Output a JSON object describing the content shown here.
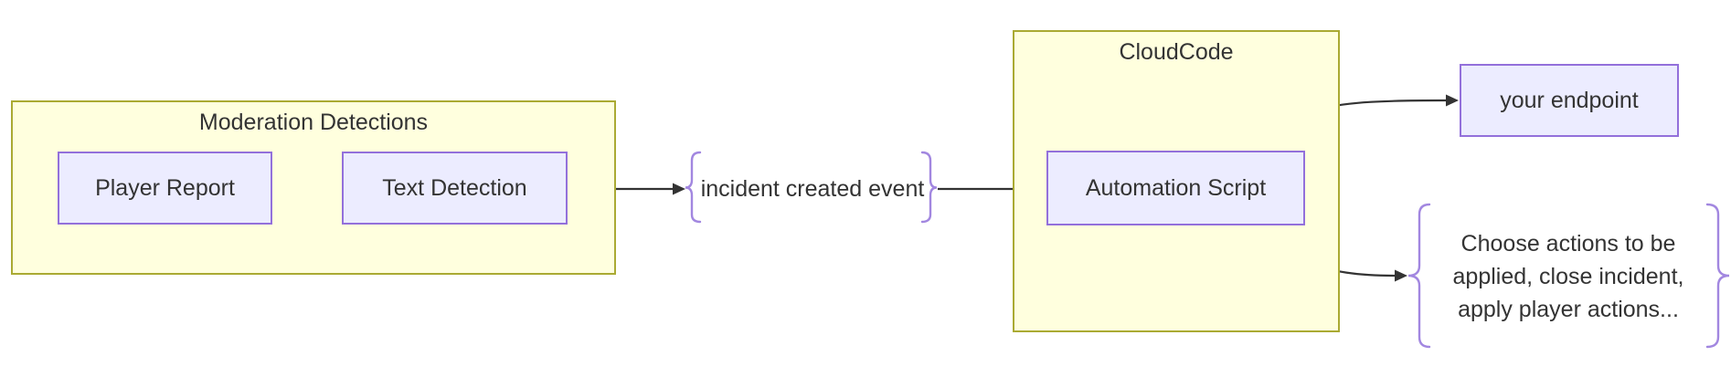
{
  "diagram": {
    "clusters": {
      "moderation": {
        "title": "Moderation Detections"
      },
      "cloudcode": {
        "title": "CloudCode"
      }
    },
    "nodes": {
      "player_report": {
        "label": "Player Report"
      },
      "text_detection": {
        "label": "Text Detection"
      },
      "automation_script": {
        "label": "Automation Script"
      },
      "your_endpoint": {
        "label": "your endpoint"
      }
    },
    "edge_labels": {
      "incident": "incident created event",
      "actions": {
        "lines": [
          "Choose actions to be",
          "applied, close incident,",
          "apply player actions..."
        ]
      }
    }
  },
  "colors": {
    "cluster_fill": "#ffffde",
    "cluster_border": "#aaaa33",
    "node_fill": "#ececff",
    "node_border": "#9370db",
    "edge_color": "#333333",
    "brace_color": "#a287e0",
    "text_color": "#333333"
  }
}
